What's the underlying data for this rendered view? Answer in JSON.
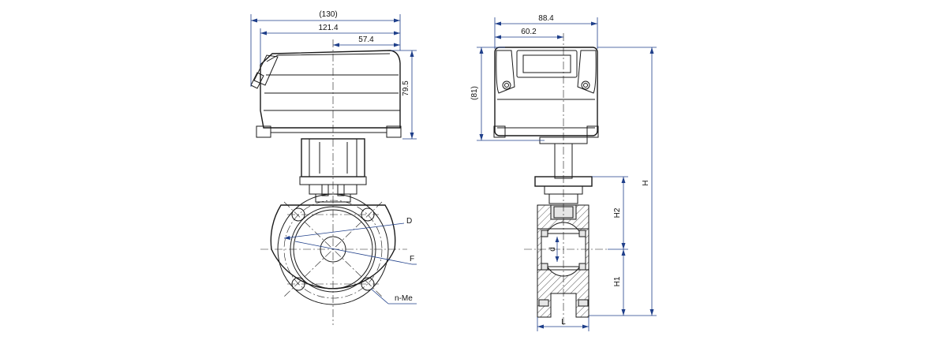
{
  "dimensions": {
    "overall_width_ref": "(130)",
    "width_121": "121.4",
    "width_57": "57.4",
    "height_79": "79.5",
    "width_88": "88.4",
    "width_60": "60.2",
    "height_81_ref": "(81)",
    "height_total": "H",
    "height_upper": "H2",
    "height_lower": "H1",
    "bore_diameter": "d",
    "face_length": "L"
  },
  "labels": {
    "pcd": "D",
    "flange_od": "F",
    "bolt_holes": "n-Me"
  },
  "colors": {
    "dimension_lines": "#1f3f8a",
    "outline": "#1a1a1a",
    "section_fill": "#e6e6e6"
  }
}
